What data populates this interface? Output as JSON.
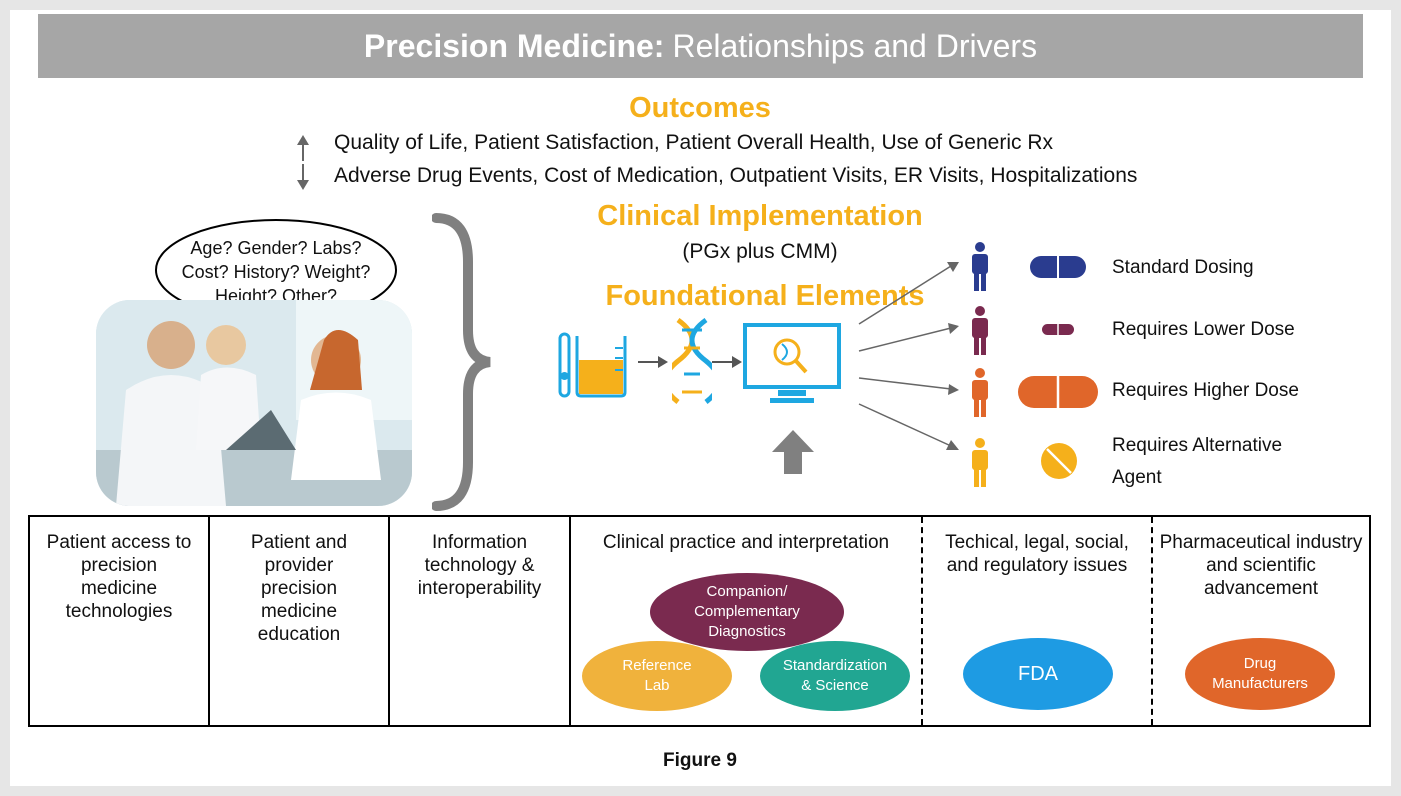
{
  "title": {
    "bold": "Precision Medicine:",
    "rest": "Relationships and Drivers"
  },
  "outcomes": {
    "heading": "Outcomes",
    "up_line": "Quality of Life, Patient Satisfaction, Patient Overall Health, Use of Generic Rx",
    "down_line": "Adverse Drug Events, Cost of Medication, Outpatient Visits, ER Visits, Hospitalizations"
  },
  "clinical": {
    "heading": "Clinical Implementation",
    "sub": "(PGx plus CMM)"
  },
  "foundational": {
    "heading": "Foundational Elements"
  },
  "bubble": {
    "lines": [
      "Age? Gender? Labs?",
      "Cost? History? Weight?",
      "Height? Other?"
    ]
  },
  "results": [
    {
      "label": "Standard Dosing",
      "person_color": "#2a3c8f",
      "pill_color": "#2a3c8f"
    },
    {
      "label": "Requires Lower Dose",
      "person_color": "#7a2a4f",
      "pill_color": "#7a2a4f"
    },
    {
      "label": "Requires Higher Dose",
      "person_color": "#e0662a",
      "pill_color": "#e0662a"
    },
    {
      "label": "Requires Alternative Agent",
      "person_color": "#f5b01b",
      "pill_color": "#f5b01b"
    }
  ],
  "columns": [
    {
      "text": "Patient access to precision medicine technologies"
    },
    {
      "text": "Patient and provider precision medicine education"
    },
    {
      "text": "Information technology & interoperability"
    },
    {
      "text": "Clinical practice and interpretation"
    },
    {
      "text": "Techical, legal, social, and regulatory issues"
    },
    {
      "text": "Pharmaceutical industry and scientific advancement"
    }
  ],
  "ovals": {
    "companion": "Companion/ Complementary Diagnostics",
    "reference": "Reference Lab",
    "standardization": "Standardization & Science",
    "fda": "FDA",
    "drug": "Drug Manufacturers"
  },
  "caption": "Figure 9",
  "colors": {
    "orange": "#f5b01b",
    "blue": "#1ea7e1",
    "gray": "#808080"
  }
}
